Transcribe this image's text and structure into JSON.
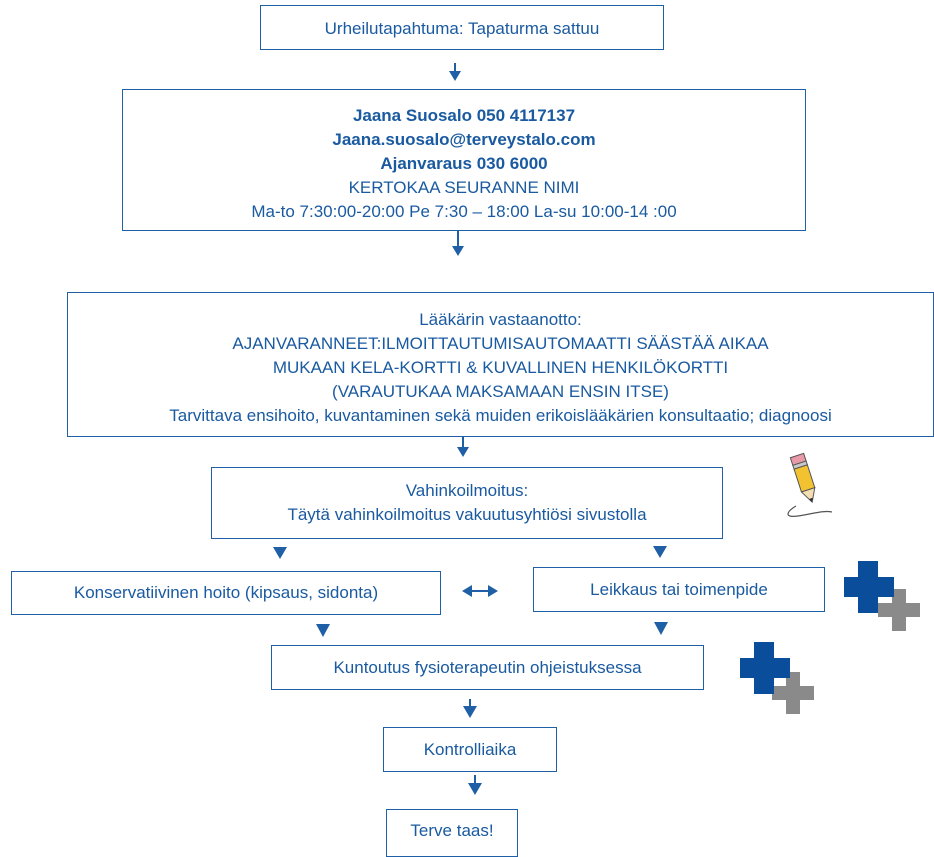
{
  "colors": {
    "box_border": "#1f5fa6",
    "text": "#1a5aa0",
    "arrow": "#1f5fa6",
    "cross_blue": "#0a4d9a",
    "cross_gray": "#8a8a8a"
  },
  "flow": {
    "start": "Urheilutapahtuma: Tapaturma sattuu",
    "contact": {
      "name_phone": "Jaana Suosalo 050 4117137",
      "email": "Jaana.suosalo@terveystalo.com",
      "booking": "Ajanvaraus 030 6000",
      "instruction": "KERTOKAA SEURANNE NIMI",
      "hours": "Ma-to 7:30:00-20:00   Pe 7:30 – 18:00   La-su 10:00-14 :00"
    },
    "doctor": {
      "title": "Lääkärin vastaanotto:",
      "line1": "AJANVARANNEET:ILMOITTAUTUMISAUTOMAATTI SÄÄSTÄÄ AIKAA",
      "line2": "MUKAAN KELA-KORTTI & KUVALLINEN HENKILÖKORTTI",
      "line3": "(VARAUTUKAA MAKSAMAAN ENSIN ITSE)",
      "line4": "Tarvittava  ensihoito, kuvantaminen sekä muiden erikoislääkärien konsultaatio; diagnoosi"
    },
    "claim": {
      "title": "Vahinkoilmoitus:",
      "text": "Täytä vahinkoilmoitus vakuutusyhtiösi sivustolla"
    },
    "conservative": "Konservatiivinen hoito (kipsaus, sidonta)",
    "surgery": "Leikkaus tai toimenpide",
    "rehab": "Kuntoutus fysioterapeutin ohjeistuksessa",
    "control": "Kontrolliaika",
    "end": "Terve taas!"
  }
}
